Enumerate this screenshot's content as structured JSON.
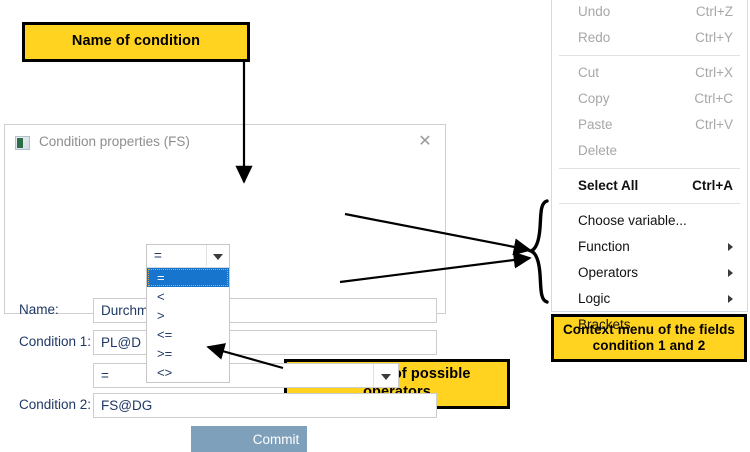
{
  "callouts": {
    "name_of_condition": "Name of condition",
    "selection_of_operators": "Selection of possible\noperators",
    "context_menu_note": "Context menu  of the fields\ncondition 1 and 2"
  },
  "dialog": {
    "title": "Condition properties (FS)",
    "icon": "application-icon",
    "close_label": "✕",
    "fields": [
      {
        "label": "Name:",
        "value": "Durchmesser"
      },
      {
        "label": "Condition 1:",
        "value": "PL@D"
      },
      {
        "label": "Condition 2:",
        "value": "FS@DG"
      }
    ],
    "operator_combo": {
      "selected": "=",
      "caret": "chevron-down-icon"
    },
    "buttons": {
      "commit": "Commit",
      "secondary": ""
    }
  },
  "dropdown": {
    "selected": "=",
    "caret": "chevron-down-icon",
    "options": [
      "=",
      "<",
      ">",
      "<=",
      ">=",
      "<>"
    ]
  },
  "context_menu": {
    "groups": [
      {
        "items": [
          {
            "label": "Undo",
            "accel": "Ctrl+Z",
            "enabled": false,
            "submenu": false,
            "bold": false
          },
          {
            "label": "Redo",
            "accel": "Ctrl+Y",
            "enabled": false,
            "submenu": false,
            "bold": false
          }
        ]
      },
      {
        "items": [
          {
            "label": "Cut",
            "accel": "Ctrl+X",
            "enabled": false,
            "submenu": false,
            "bold": false
          },
          {
            "label": "Copy",
            "accel": "Ctrl+C",
            "enabled": false,
            "submenu": false,
            "bold": false
          },
          {
            "label": "Paste",
            "accel": "Ctrl+V",
            "enabled": false,
            "submenu": false,
            "bold": false
          },
          {
            "label": "Delete",
            "accel": "",
            "enabled": false,
            "submenu": false,
            "bold": false
          }
        ]
      },
      {
        "items": [
          {
            "label": "Select All",
            "accel": "Ctrl+A",
            "enabled": true,
            "submenu": false,
            "bold": true
          }
        ]
      },
      {
        "items": [
          {
            "label": "Choose variable...",
            "accel": "",
            "enabled": true,
            "submenu": false,
            "bold": false
          },
          {
            "label": "Function",
            "accel": "",
            "enabled": true,
            "submenu": true,
            "bold": false
          },
          {
            "label": "Operators",
            "accel": "",
            "enabled": true,
            "submenu": true,
            "bold": false
          },
          {
            "label": "Logic",
            "accel": "",
            "enabled": true,
            "submenu": true,
            "bold": false
          },
          {
            "label": "Brackets",
            "accel": "",
            "enabled": true,
            "submenu": false,
            "bold": false
          }
        ]
      }
    ]
  },
  "annotations": {
    "arrow_name_to_field": "arrow-down",
    "arrow_cond1_to_menu": "arrow-right",
    "arrow_cond2_to_menu": "arrow-right",
    "arrow_callout_to_dropdown": "arrow-up-left",
    "brace": "curly-brace-right"
  },
  "colors": {
    "callout_fill": "#FFD320",
    "callout_border": "#000000",
    "selection_blue": "#1775CE",
    "button_blue": "#7FA0BB",
    "label_navy": "#1F3864",
    "disabled_gray": "#A7A7A7"
  }
}
